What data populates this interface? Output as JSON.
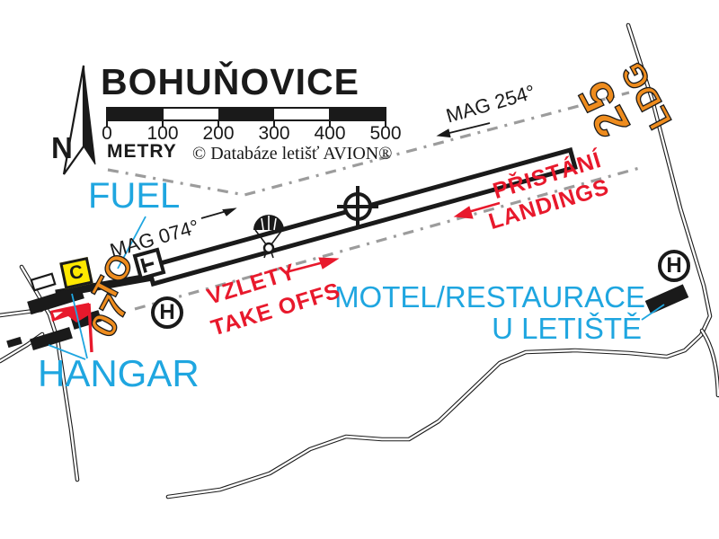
{
  "title": "BOHUŇOVICE",
  "north_label": "N",
  "scale": {
    "ticks": [
      "0",
      "100",
      "200",
      "300",
      "400",
      "500"
    ],
    "unit": "METRY",
    "copyright": "© Databáze letišť AVION®"
  },
  "runway": {
    "mag_low": "MAG 074°",
    "mag_high": "MAG 254°",
    "low_designator": "07",
    "low_note": "TO",
    "high_designator": "25",
    "high_note": "LDG"
  },
  "operations": {
    "takeoff_cz": "VZLETY",
    "takeoff_en": "TAKE OFFS",
    "landing_cz": "PŘISTÁNÍ",
    "landing_en": "LANDINGS"
  },
  "labels": {
    "fuel": "FUEL",
    "hangar": "HANGAR",
    "motel_line1": "MOTEL/RESTAURACE",
    "motel_line2": "U LETIŠTĚ",
    "checkpoint": "C",
    "helipad": "H"
  },
  "colors": {
    "cyan": "#1FA6E0",
    "red": "#E8192C",
    "orange": "#EE8C1E",
    "yellow": "#FFE800",
    "gray": "#9C9C9C",
    "ink": "#1A1A1A"
  }
}
